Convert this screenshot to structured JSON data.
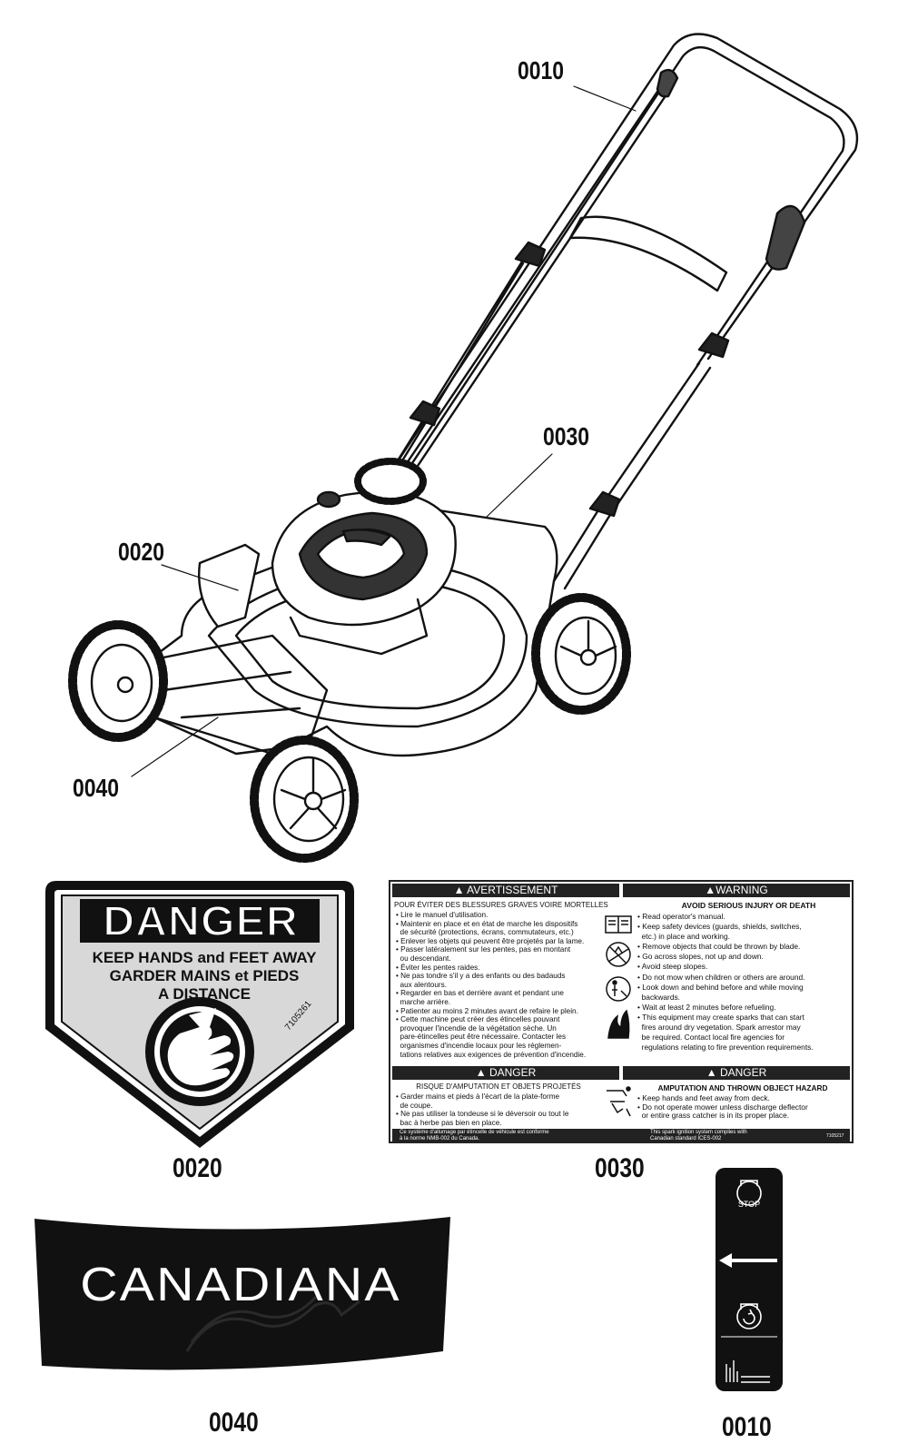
{
  "callouts": {
    "handle": "0010",
    "warning_decal": "0030",
    "danger_decal": "0020",
    "deck": "0040"
  },
  "part_labels": {
    "p0020": "0020",
    "p0030": "0030",
    "p0040": "0040",
    "p0010": "0010"
  },
  "danger_decal": {
    "title": "DANGER",
    "line1": "KEEP HANDS and FEET AWAY",
    "line2": "GARDER MAINS et PIEDS",
    "line3": "A DISTANCE",
    "part_code": "7105261",
    "icon": "hand-blade-icon"
  },
  "warning_decal": {
    "fr_header": "AVERTISSEMENT",
    "en_header": "WARNING",
    "fr_subhead": "POUR ÉVITER DES BLESSURES GRAVES VOIRE MORTELLES",
    "en_subhead": "AVOID SERIOUS INJURY OR DEATH",
    "fr_items": "• Lire le manuel d'utilisation.\n• Maintenir en place et en état de marche les dispositifs\n  de sécurité (protections, écrans, commutateurs, etc.)\n• Enlever les objets qui peuvent être projetés par la lame.\n• Passer latéralement sur les pentes, pas en montant\n  ou descendant.\n• Éviter les pentes raides.\n• Ne pas tondre s'il y a des enfants ou des badauds\n  aux alentours.\n• Regarder en bas et derrière avant et pendant une\n  marche arrière.\n• Patienter au moins 2 minutes avant de refaire le plein.\n• Cette machine peut créer des étincelles pouvant\n  provoquer l'incendie de la végétation sèche. Un\n  pare-étincelles peut être nécessaire. Contacter les\n  organismes d'incendie locaux pour les réglemen-\n  tations relatives aux exigences de prévention d'incendie.",
    "en_items": "• Read operator's manual.\n• Keep safety devices (guards, shields, switches,\n  etc.) in place and working.\n• Remove objects that could be thrown by blade.\n• Go across slopes, not up and down.\n• Avoid steep slopes.\n• Do not mow when children or others are around.\n• Look down and behind before and while moving\n  backwards.\n• Wait at least 2 minutes before refueling.\n• This equipment may create sparks that can start\n  fires around dry vegetation. Spark arrestor may\n  be required. Contact local fire agencies for\n  regulations relating to fire prevention requirements.",
    "danger_label_fr": "DANGER",
    "danger_label_en": "DANGER",
    "fr_danger_subhead": "RISQUE D'AMPUTATION  ET OBJETS PROJETÉS",
    "en_danger_subhead": "AMPUTATION AND THROWN OBJECT HAZARD",
    "fr_danger_items": "• Garder mains et pieds à l'écart de la plate-forme\n  de coupe.\n• Ne pas utiliser la tondeuse si le déversoir ou tout le\n  bac à herbe pas bien en place.",
    "en_danger_items": "• Keep hands and feet away from deck.\n• Do not operate mower unless discharge deflector\n  or entire grass catcher is in its proper place.",
    "fr_footer": "Ce système d'allumage par étincelle de véhicule est conforme\nà la norme NMB-002 du Canada.",
    "en_footer": "This spark ignition system complies with\nCanadian standard ICES-002",
    "part_code": "7105217",
    "icons": [
      "manual-icon",
      "slope-icon",
      "bystander-icon",
      "fire-icon",
      "thrown-object-icon"
    ]
  },
  "deck_decal": {
    "brand": "CANADIANA"
  },
  "handle_decal": {
    "stop_text": "STOP",
    "icons": [
      "stop-icon",
      "arrow-left-icon",
      "engine-run-icon",
      "grass-icon"
    ]
  }
}
